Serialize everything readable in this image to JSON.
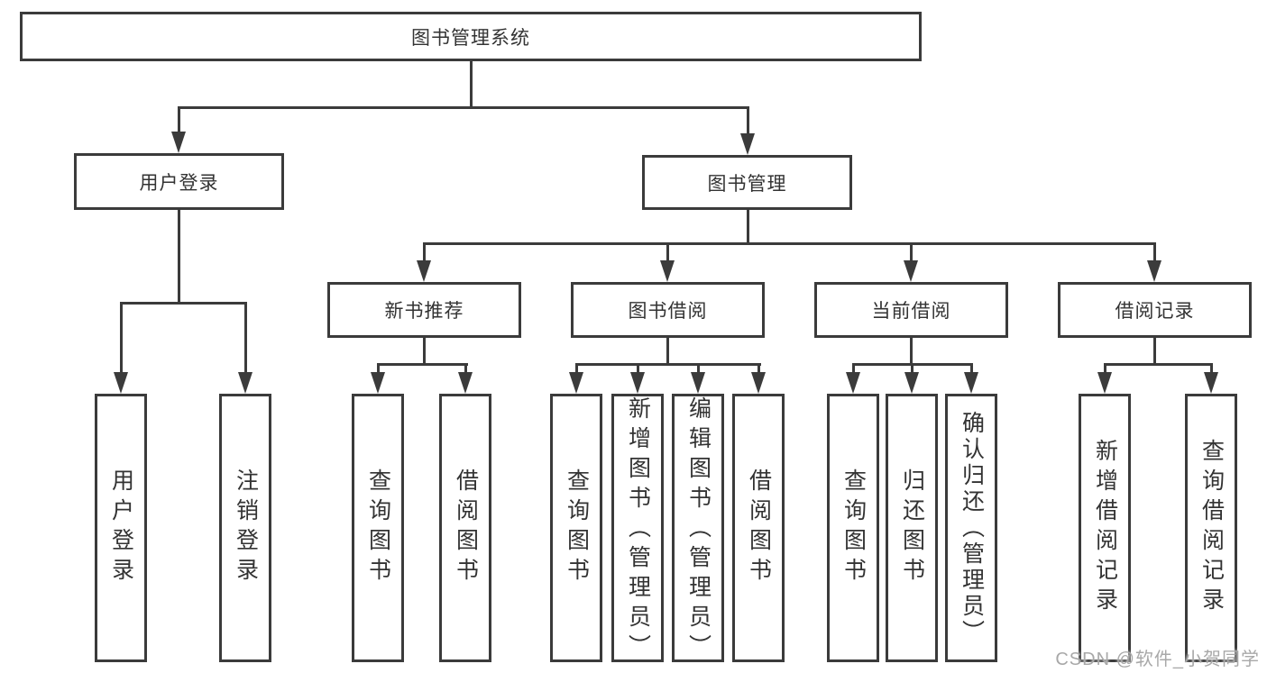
{
  "diagram": {
    "root": {
      "label": "图书管理系统"
    },
    "level2": [
      {
        "label": "用户登录"
      },
      {
        "label": "图书管理"
      }
    ],
    "level3": [
      {
        "label": "新书推荐"
      },
      {
        "label": "图书借阅"
      },
      {
        "label": "当前借阅"
      },
      {
        "label": "借阅记录"
      }
    ],
    "leaves": [
      {
        "label": "用户登录"
      },
      {
        "label": "注销登录"
      },
      {
        "label": "查询图书"
      },
      {
        "label": "借阅图书"
      },
      {
        "label": "查询图书"
      },
      {
        "label": "新增图书（管理员）"
      },
      {
        "label": "编辑图书（管理员）"
      },
      {
        "label": "借阅图书"
      },
      {
        "label": "查询图书"
      },
      {
        "label": "归还图书"
      },
      {
        "label": "确认归还（管理员）"
      },
      {
        "label": "新增借阅记录"
      },
      {
        "label": "查询借阅记录"
      }
    ]
  },
  "watermark": "CSDN @软件_小贺同学"
}
